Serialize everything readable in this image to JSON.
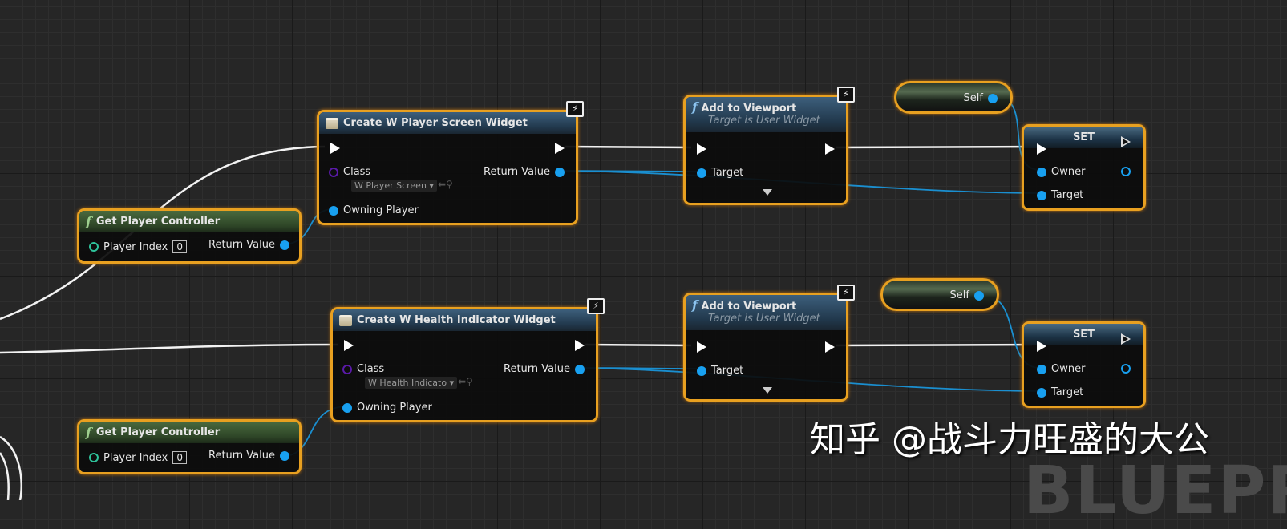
{
  "create_player_screen": {
    "title": "Create W Player Screen Widget",
    "class_label": "Class",
    "class_value": "W Player Screen",
    "return_label": "Return Value",
    "owning_label": "Owning Player"
  },
  "create_health": {
    "title": "Create W Health Indicator Widget",
    "class_label": "Class",
    "class_value": "W Health Indicato",
    "return_label": "Return Value",
    "owning_label": "Owning Player"
  },
  "get_player_controller_1": {
    "title": "Get Player Controller",
    "index_label": "Player Index",
    "index_value": "0",
    "return_label": "Return Value"
  },
  "get_player_controller_2": {
    "title": "Get Player Controller",
    "index_label": "Player Index",
    "index_value": "0",
    "return_label": "Return Value"
  },
  "add_to_viewport_1": {
    "title": "Add to Viewport",
    "subtitle": "Target is User Widget",
    "target_label": "Target"
  },
  "add_to_viewport_2": {
    "title": "Add to Viewport",
    "subtitle": "Target is User Widget",
    "target_label": "Target"
  },
  "self_1": {
    "label": "Self"
  },
  "self_2": {
    "label": "Self"
  },
  "set_1": {
    "title": "SET",
    "owner_label": "Owner",
    "target_label": "Target"
  },
  "set_2": {
    "title": "SET",
    "owner_label": "Owner",
    "target_label": "Target"
  },
  "watermark": "知乎 @战斗力旺盛的大公",
  "graph_label": "BLUEPR",
  "colors": {
    "node_border": "#e8a020",
    "object_pin": "#18a0f0",
    "exec_wire": "#ffffff",
    "function_header": "#3d5f7c",
    "pure_header": "#4a6a3e"
  }
}
